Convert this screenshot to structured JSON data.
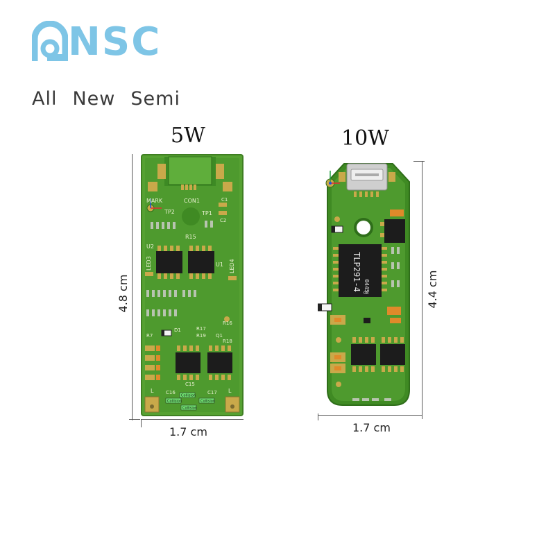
{
  "logo": {
    "mark_text": "NSC",
    "tagline_words": [
      "All",
      "New",
      "Semi"
    ],
    "colors": {
      "mark": "#7ec5e6",
      "tagline": "#3a3a3a"
    }
  },
  "boards": [
    {
      "title": "5W",
      "width_label": "1.7 cm",
      "height_label": "4.8 cm",
      "labels": {
        "con": "CON1",
        "mark": "MARK",
        "tp1": "TP1",
        "tp2": "TP2",
        "c1": "C1",
        "c2": "C2",
        "u1": "U1",
        "u2": "U2",
        "led3": "LED3",
        "led4": "LED4",
        "r15": "R15",
        "r7": "R7",
        "r16": "R16",
        "r17": "R17",
        "r18": "R18",
        "r19": "R19",
        "q1": "Q1",
        "d1": "D1",
        "c15": "C15",
        "c16": "C16",
        "c17": "C17",
        "l_left": "L",
        "l_right": "L",
        "collision": "Collision"
      }
    },
    {
      "title": "10W",
      "width_label": "1.7 cm",
      "height_label": "4.4 cm",
      "labels": {
        "ic_top": "TLP291-4",
        "ic_code": "0445",
        "ic_small": "G8"
      }
    }
  ],
  "colors": {
    "pcb": "#4e9a2e",
    "pcb_dark": "#2f6e1a",
    "pad": "#c9a94a",
    "chip": "#1c1c1c",
    "cap": "#e08a2a"
  }
}
